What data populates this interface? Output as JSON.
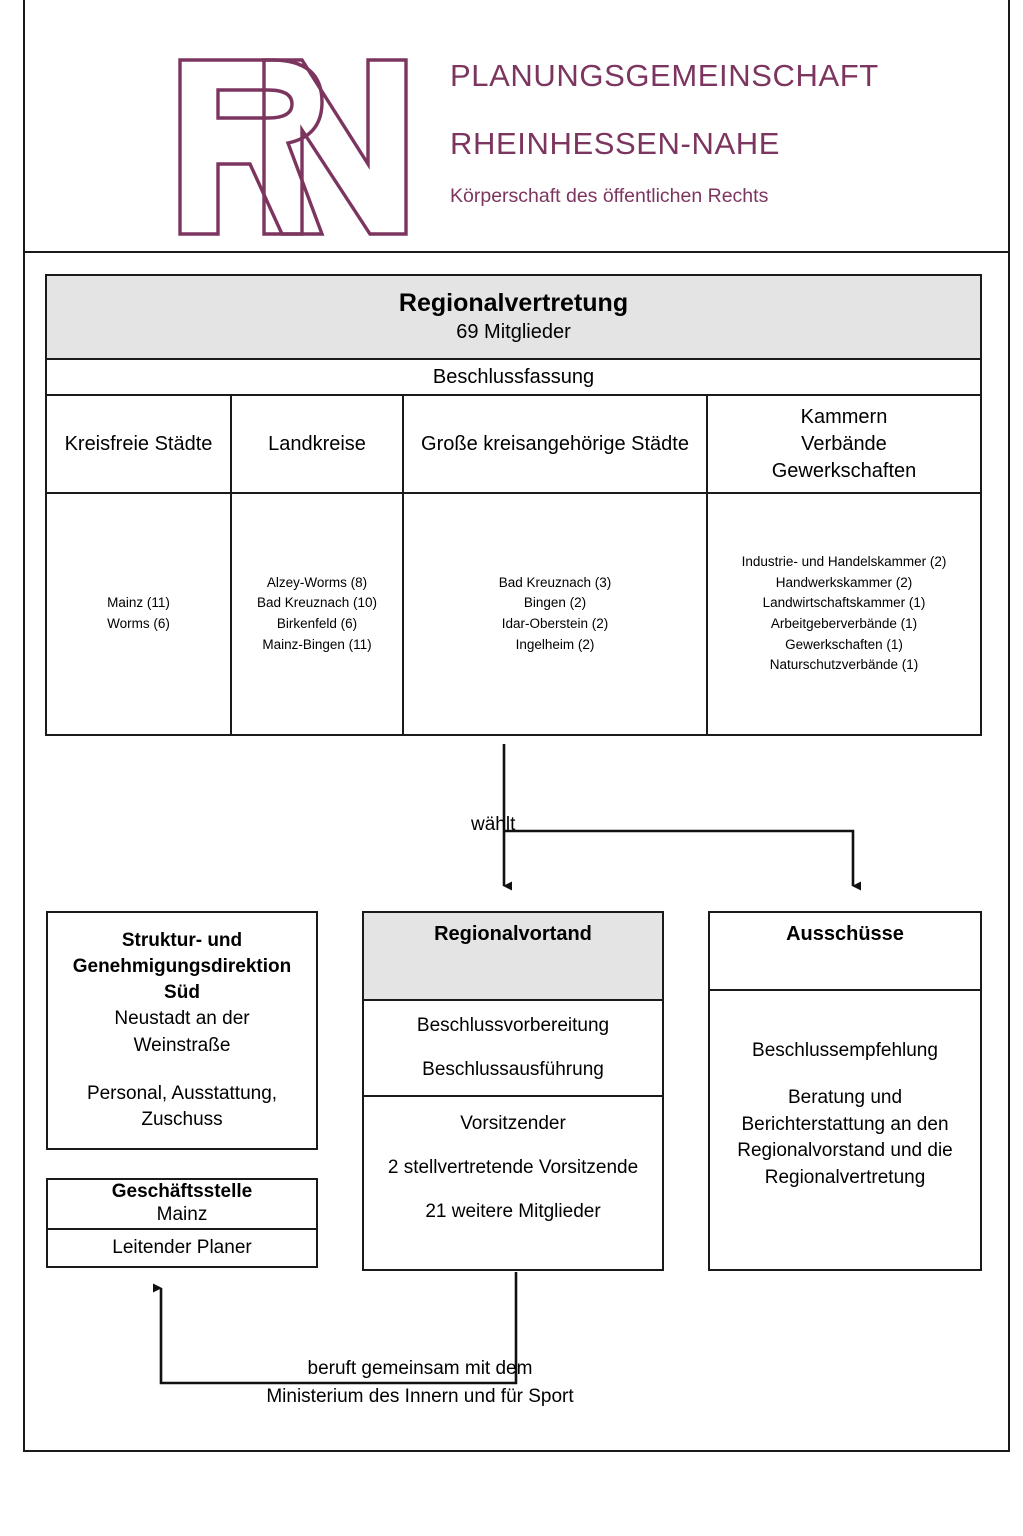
{
  "brand": {
    "color": "#7c355f",
    "line1": "PLANUNGSGEMEINSCHAFT",
    "line2": "RHEINHESSEN-NAHE",
    "subtitle": "Körperschaft des öffentlichen Rechts",
    "logo_text": "RN"
  },
  "council": {
    "title": "Regionalvertretung",
    "members": "69 Mitglieder",
    "action": "Beschlussfassung",
    "columns": [
      {
        "header": "Kreisfreie Städte",
        "entries": "Mainz (11)\nWorms (6)"
      },
      {
        "header": "Landkreise",
        "entries": "Alzey-Worms (8)\nBad Kreuznach (10)\nBirkenfeld (6)\nMainz-Bingen (11)"
      },
      {
        "header": "Große kreisangehörige Städte",
        "entries": "Bad Kreuznach (3)\nBingen (2)\nIdar-Oberstein (2)\nIngelheim (2)"
      },
      {
        "header": "Kammern\nVerbände\nGewerkschaften",
        "entries": "Industrie- und Handelskammer (2)\nHandwerkskammer (2)\nLandwirtschaftskammer (1)\nArbeitgeberverbände (1)\nGewerkschaften (1)\nNaturschutzverbände (1)"
      }
    ]
  },
  "connectors": {
    "elects_label": "wählt",
    "appoints_line1": "beruft gemeinsam mit dem",
    "appoints_line2": "Ministerium des Innern und für Sport"
  },
  "sgd": {
    "title_line1": "Struktur- und",
    "title_line2": "Genehmigungsdirektion",
    "title_line3": "Süd",
    "location_line1": "Neustadt an der",
    "location_line2": "Weinstraße",
    "duties_line1": "Personal, Ausstattung,",
    "duties_line2": "Zuschuss"
  },
  "office": {
    "title": "Geschäftsstelle",
    "location": "Mainz",
    "role": "Leitender Planer"
  },
  "board": {
    "title": "Regionalvortand",
    "duty1": "Beschlussvorbereitung",
    "duty2": "Beschlussausführung",
    "composition1": "Vorsitzender",
    "composition2": "2 stellvertretende Vorsitzende",
    "composition3": "21 weitere Mitglieder"
  },
  "committees": {
    "title": "Ausschüsse",
    "duty1": "Beschlussempfehlung",
    "duty2_line1": "Beratung und",
    "duty2_line2": "Berichterstattung an den",
    "duty2_line3": "Regionalvorstand und die",
    "duty2_line4": "Regionalvertretung"
  }
}
